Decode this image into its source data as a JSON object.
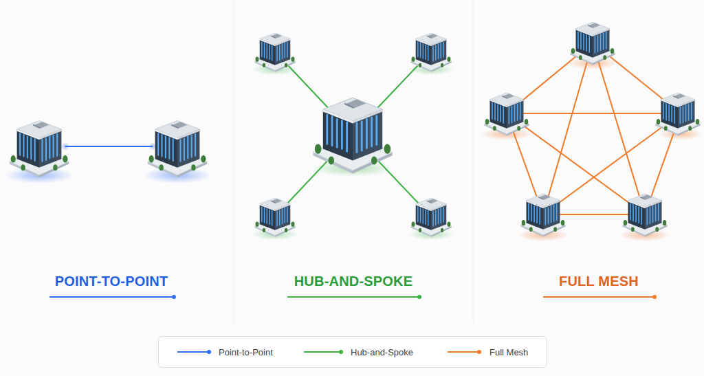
{
  "diagram": {
    "labels": [
      "POINT-TO-POINT",
      "HUB-AND-SPOKE",
      "FULL MESH"
    ],
    "legend": [
      {
        "text": "Point-to-Point"
      },
      {
        "text": "Hub-and-Spoke"
      },
      {
        "text": "Full Mesh"
      }
    ]
  }
}
